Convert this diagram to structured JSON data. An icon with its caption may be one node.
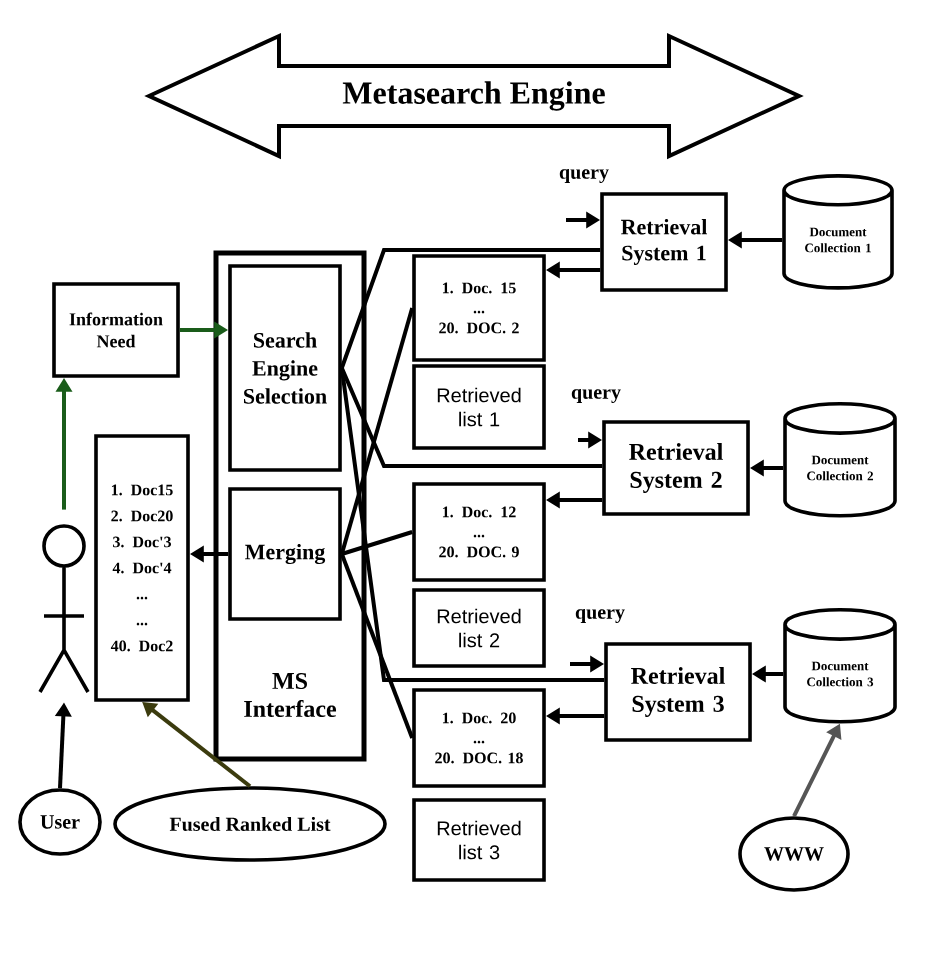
{
  "diagram": {
    "nodes": [
      {
        "text": [
          "Metasearch Engine"
        ]
      },
      {
        "text": [
          "MS Interface"
        ]
      },
      {
        "text": [
          "Search Engine Selection"
        ],
        "in": 1
      },
      {
        "text": [
          "Merging"
        ],
        "in": 1
      },
      {
        "text": [
          "Information Need"
        ]
      },
      {
        "text": [
          "1. Doc15",
          "2. Doc20",
          "3. Doc'3",
          "4. Doc'4",
          "...",
          "...",
          "40. Doc2"
        ]
      },
      {
        "text": [],
        "shape": "person"
      },
      {
        "text": [
          "User"
        ]
      },
      {
        "text": [
          "Fused Ranked List"
        ]
      },
      {
        "text": [
          "1. Doc. 15",
          "...",
          "20. DOC. 2"
        ]
      },
      {
        "text": [
          "Retrieved list 1"
        ]
      },
      {
        "text": [
          "Retrieval System 1"
        ]
      },
      {
        "text": [
          "Document Collection 1"
        ]
      },
      {
        "text": [
          "1. Doc. 12",
          "...",
          "20. DOC. 9"
        ]
      },
      {
        "text": [
          "Retrieved list 2"
        ]
      },
      {
        "text": [
          "Retrieval System 2"
        ]
      },
      {
        "text": [
          "Document Collection 2"
        ]
      },
      {
        "text": [
          "1. Doc. 20",
          "...",
          "20. DOC. 18"
        ]
      },
      {
        "text": [
          "Retrieved list 3"
        ]
      },
      {
        "text": [
          "Retrieval System 3"
        ]
      },
      {
        "text": [
          "Document Collection 3"
        ]
      },
      {
        "text": [
          "WWW"
        ]
      }
    ],
    "edges": [
      {
        "from": 4,
        "to": 2,
        "arrow": "to",
        "color": "#1a5c1a"
      },
      {
        "from": 3,
        "to": 5,
        "arrow": "to"
      },
      {
        "from": 6,
        "to": 4,
        "arrow": "to",
        "color": "#1a5c1a"
      },
      {
        "from": 7,
        "to": 6,
        "arrow": "to"
      },
      {
        "from": 8,
        "to": 5,
        "arrow": "to",
        "color": "#3b3b0e"
      },
      {
        "from": 21,
        "to": 20,
        "arrow": "to",
        "color": "#555555"
      },
      {
        "from": 12,
        "to": 11,
        "arrow": "to"
      },
      {
        "from": 16,
        "to": 15,
        "arrow": "to"
      },
      {
        "from": 20,
        "to": 19,
        "arrow": "to"
      },
      {
        "from": null,
        "to": 11,
        "arrow": "to",
        "label": "query"
      },
      {
        "from": null,
        "to": 15,
        "arrow": "to",
        "label": "query"
      },
      {
        "from": null,
        "to": 19,
        "arrow": "to",
        "label": "query"
      },
      {
        "from": 11,
        "to": 9,
        "arrow": "to"
      },
      {
        "from": 15,
        "to": 13,
        "arrow": "to"
      },
      {
        "from": 19,
        "to": 17,
        "arrow": "to"
      },
      {
        "from": 2,
        "to": 11,
        "arrow": "none"
      },
      {
        "from": 2,
        "to": 15,
        "arrow": "none"
      },
      {
        "from": 2,
        "to": 19,
        "arrow": "none"
      },
      {
        "from": 9,
        "to": 3,
        "arrow": "none"
      },
      {
        "from": 13,
        "to": 3,
        "arrow": "none"
      },
      {
        "from": 17,
        "to": 3,
        "arrow": "none"
      }
    ]
  }
}
